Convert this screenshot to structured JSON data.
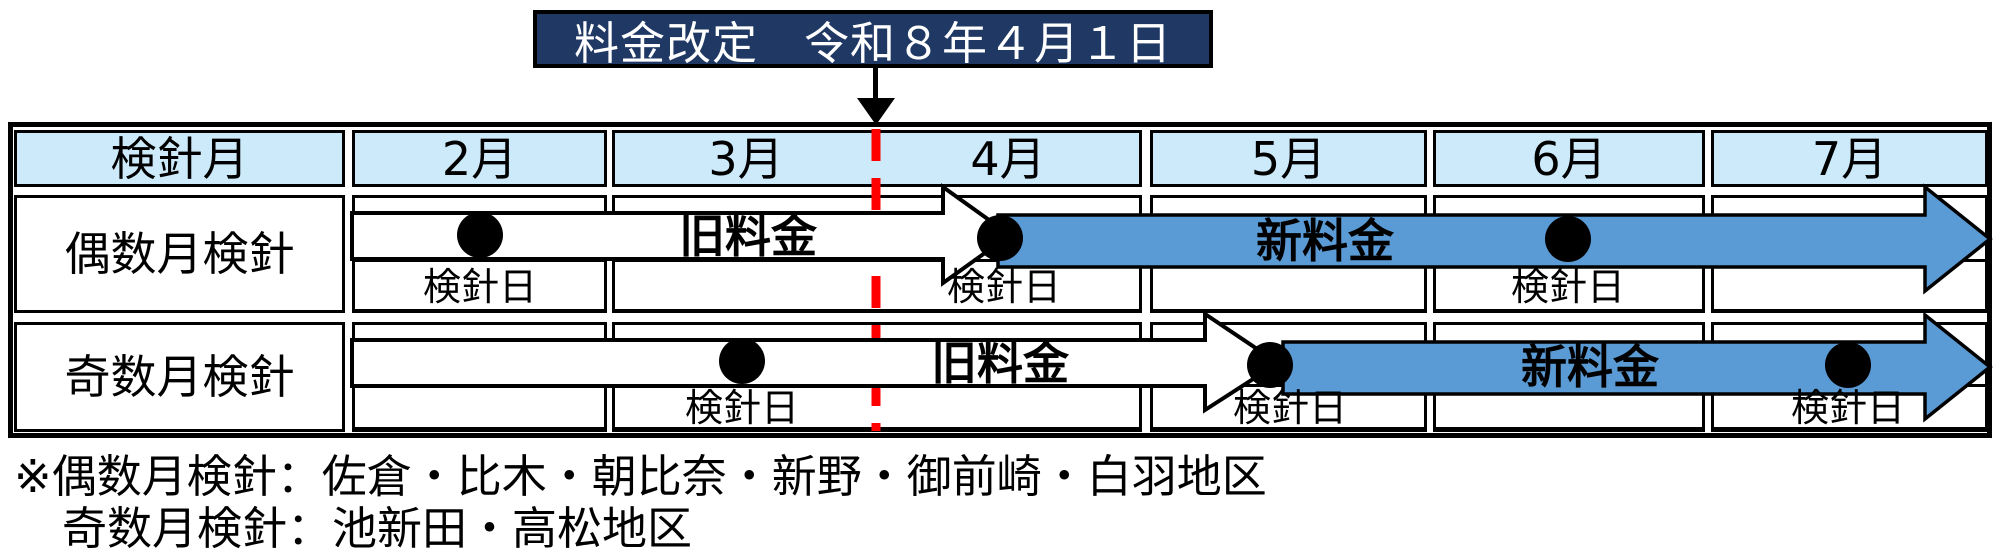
{
  "banner": {
    "label": "料金改定　令和８年４月１日"
  },
  "table": {
    "header": {
      "col_label": "検針月",
      "months": [
        "2月",
        "3月",
        "4月",
        "5月",
        "6月",
        "7月"
      ]
    },
    "rows": [
      {
        "label": "偶数月検針",
        "old_fee_label": "旧料金",
        "new_fee_label": "新料金",
        "dots": [
          {
            "month": "2月",
            "label": "検針日"
          },
          {
            "month": "4月",
            "label": "検針日"
          },
          {
            "month": "6月",
            "label": "検針日"
          }
        ]
      },
      {
        "label": "奇数月検針",
        "old_fee_label": "旧料金",
        "new_fee_label": "新料金",
        "dots": [
          {
            "month": "3月",
            "label": "検針日"
          },
          {
            "month": "5月",
            "label": "検針日"
          },
          {
            "month": "7月",
            "label": "検針日"
          }
        ]
      }
    ]
  },
  "notes": [
    "※偶数月検針：佐倉・比木・朝比奈・新野・御前崎・白羽地区",
    "奇数月検針：池新田・高松地区"
  ],
  "colors": {
    "banner_bg": "#1F3864",
    "banner_text": "#FFFFFF",
    "header_bg": "#CDEAFA",
    "old_fee_arrow": "#FFFFFF",
    "new_fee_arrow": "#5B9BD5",
    "revision_line": "#FF0000",
    "dot": "#000000"
  }
}
